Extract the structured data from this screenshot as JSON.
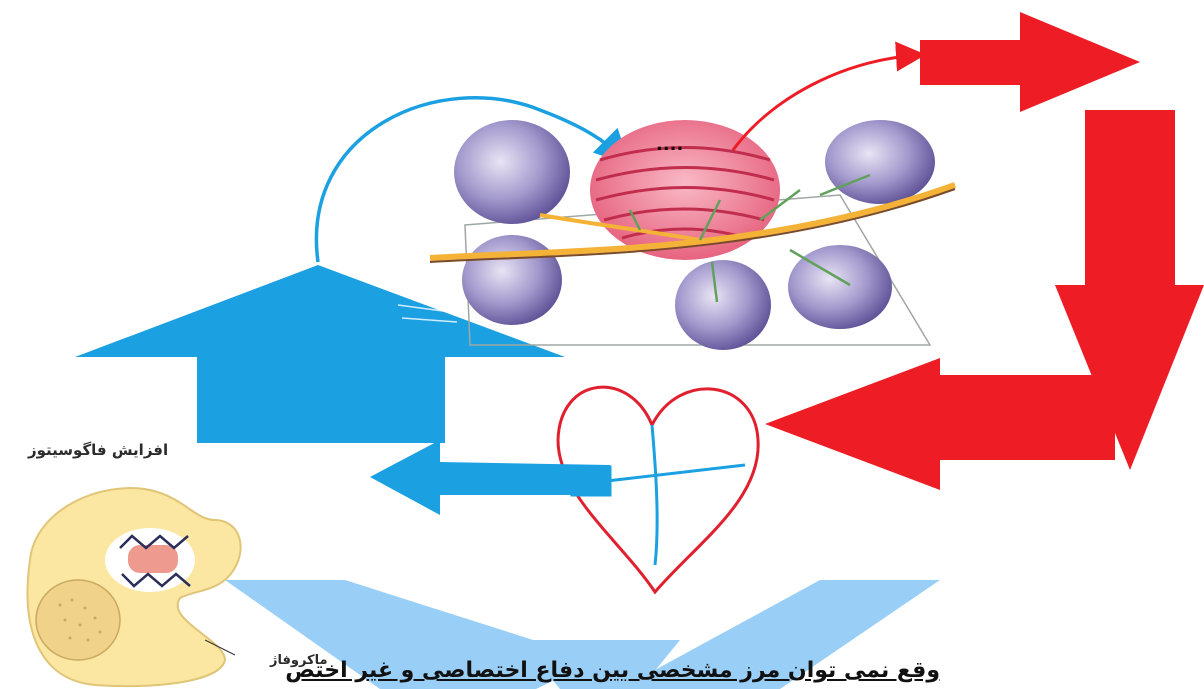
{
  "labels": {
    "phagocytosis": "افزایش فاگوسیتوز",
    "macrophage": "ماکروفاژ",
    "dots": "....",
    "caption": "وقع نمی توان مرز مشخصی بین دفاع اختصاصی و غیر اختص"
  },
  "colors": {
    "red": "#ee1c24",
    "blue": "#1ba0e2",
    "light_blue": "#99cff7",
    "node_purple": "#7f76b5",
    "node_body_pink": "#f07e94",
    "macrophage_yellow": "#fbe6a2"
  },
  "icons": [
    "lymph-node-icon",
    "heart-icon",
    "macrophage-icon"
  ]
}
